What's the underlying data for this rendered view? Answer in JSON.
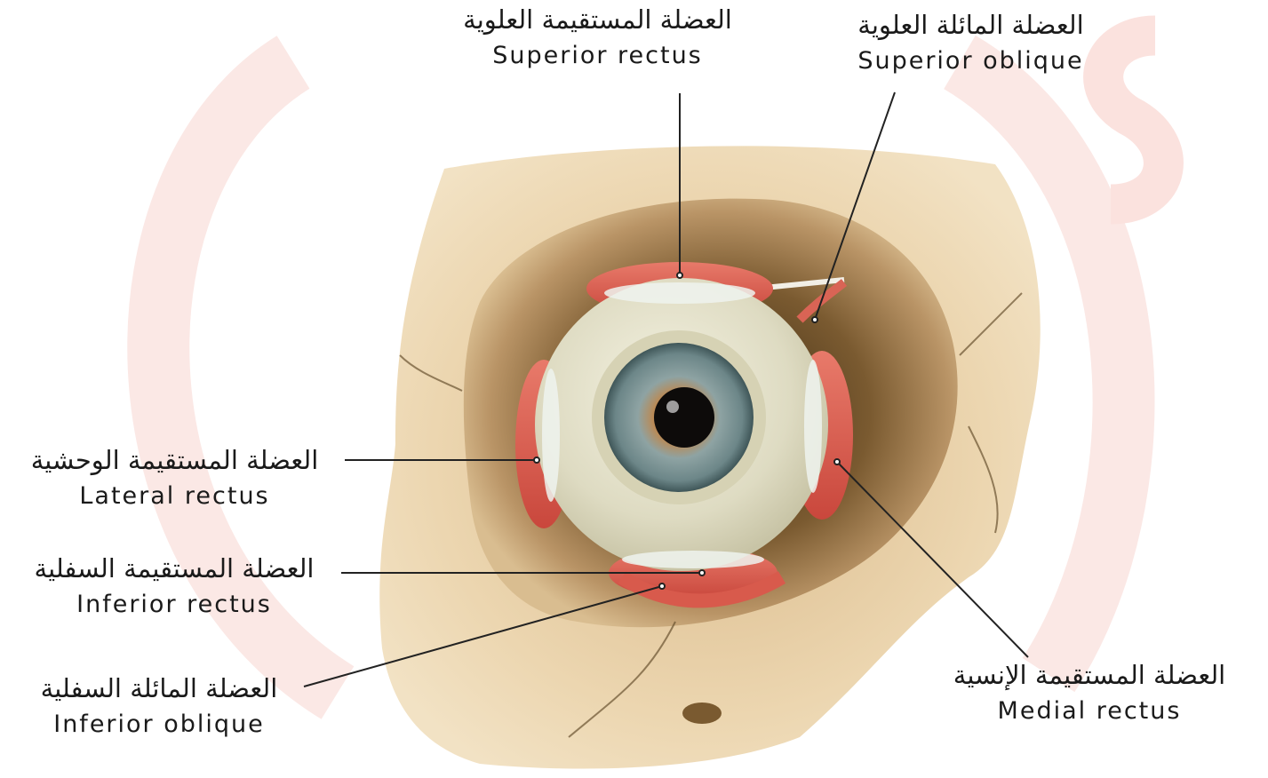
{
  "labels": {
    "superior_rectus": {
      "ar": "العضلة المستقيمة العلوية",
      "en": "Superior rectus"
    },
    "superior_oblique": {
      "ar": "العضلة المائلة العلوية",
      "en": "Superior oblique"
    },
    "lateral_rectus": {
      "ar": "العضلة المستقيمة الوحشية",
      "en": "Lateral rectus"
    },
    "inferior_rectus": {
      "ar": "العضلة المستقيمة السفلية",
      "en": "Inferior rectus"
    },
    "inferior_oblique": {
      "ar": "العضلة المائلة السفلية",
      "en": "Inferior oblique"
    },
    "medial_rectus": {
      "ar": "العضلة المستقيمة الإنسية",
      "en": "Medial rectus"
    }
  },
  "colors": {
    "watermark": "#fbe7e4",
    "bone": "#e8cfa6",
    "orbit_shadow": "#8a6b3e",
    "sclera": "#e9e6d2",
    "muscle": "#e0685a",
    "iris": "#6f8a8e",
    "leader": "#222222"
  }
}
